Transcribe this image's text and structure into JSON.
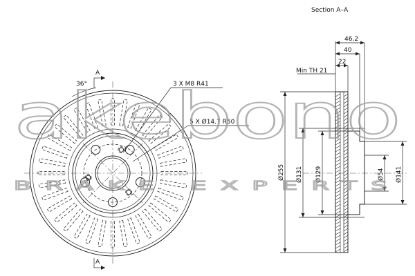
{
  "watermark": {
    "brand": "akebono",
    "tagline": "BRAKE EXPERTS"
  },
  "front_view": {
    "section_marker": "A",
    "vent_angle_label": "36°",
    "thread_callout": "3 X M8  R41",
    "bolt_callout": "5 X Ø14.7  R50"
  },
  "section_view": {
    "title": "Section A–A",
    "min_thickness": "Min TH 21",
    "dimensions": {
      "overall_height": "46.2",
      "hat_height": "40",
      "disc_thickness": "22",
      "outer_diameter": "Ø255",
      "hat_diameter": "Ø131",
      "hat_inner_diameter": "Ø129",
      "center_bore": "Ø54",
      "hub_diameter": "Ø141"
    }
  }
}
